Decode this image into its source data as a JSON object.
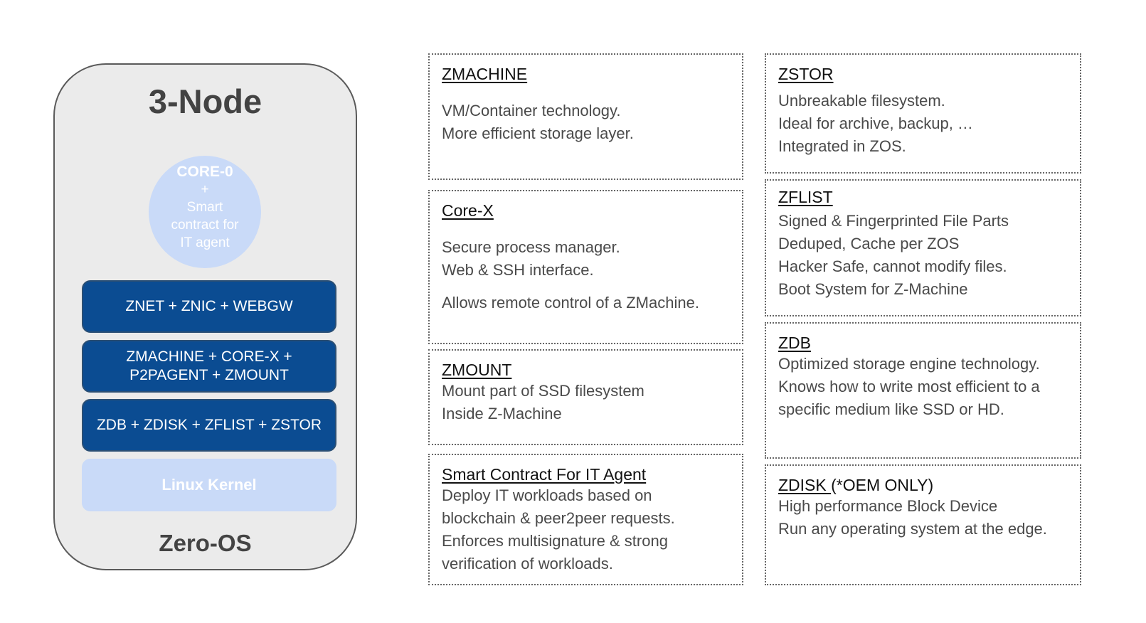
{
  "node": {
    "title": "3-Node",
    "core": {
      "main": "CORE-0",
      "lines": [
        "+",
        "Smart",
        "contract for",
        "IT agent"
      ]
    },
    "layers": [
      "ZNET +  ZNIC + WEBGW",
      "ZMACHINE + CORE-X +\nP2PAGENT + ZMOUNT",
      "ZDB + ZDISK + ZFLIST + ZSTOR"
    ],
    "kernel": "Linux Kernel",
    "footer": "Zero-OS"
  },
  "components": {
    "zmachine": {
      "title": "ZMACHINE",
      "lines": [
        "VM/Container technology.",
        "More efficient  storage layer."
      ]
    },
    "corex": {
      "title": "Core-X",
      "lines": [
        "Secure process manager.",
        "Web & SSH interface.",
        "Allows remote control of a ZMachine."
      ]
    },
    "zmount": {
      "title": "ZMOUNT",
      "lines": [
        "Mount part of SSD filesystem",
        "Inside Z-Machine"
      ]
    },
    "smart": {
      "title": "Smart Contract For IT Agent",
      "lines": [
        "Deploy IT workloads based on",
        "blockchain & peer2peer requests.",
        "Enforces multisignature & strong",
        "verification of workloads."
      ]
    },
    "zstor": {
      "title": "ZSTOR",
      "lines": [
        "Unbreakable filesystem.",
        "Ideal for archive, backup, …",
        "Integrated in ZOS."
      ]
    },
    "zflist": {
      "title": "ZFLIST",
      "lines": [
        "Signed & Fingerprinted File Parts",
        "Deduped, Cache per ZOS",
        "Hacker Safe, cannot modify files.",
        "Boot System for Z-Machine"
      ]
    },
    "zdb": {
      "title": "ZDB",
      "lines": [
        "Optimized storage engine technology.",
        "Knows how to write most efficient to a",
        "specific medium like SSD or HD."
      ]
    },
    "zdisk": {
      "title": "ZDISK ",
      "title_suffix": "(*OEM ONLY)",
      "lines": [
        "High performance Block Device",
        "Run any operating system at the edge."
      ]
    }
  },
  "colors": {
    "layer_blue": "#0b4c92",
    "light_blue": "#c9daf8",
    "node_bg": "#ebebeb"
  }
}
